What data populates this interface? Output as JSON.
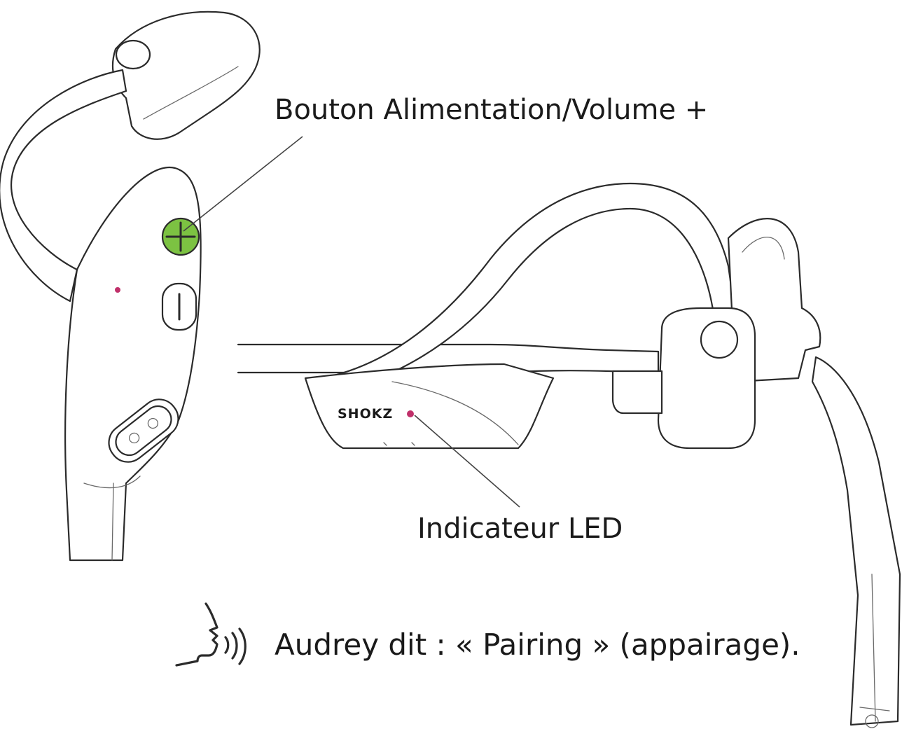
{
  "labels": {
    "power_volume_button": "Bouton Alimentation/Volume +",
    "led_indicator": "Indicateur LED",
    "voice_prompt": "Audrey dit : « Pairing » (appairage)."
  },
  "brand": {
    "logo_text": "SHOKZ"
  },
  "icons": {
    "voice_prompt": "speaking-head-icon"
  },
  "colors": {
    "power_button_fill": "#7cc242",
    "led_color": "#c0306a",
    "line": "#2b2b2b"
  }
}
